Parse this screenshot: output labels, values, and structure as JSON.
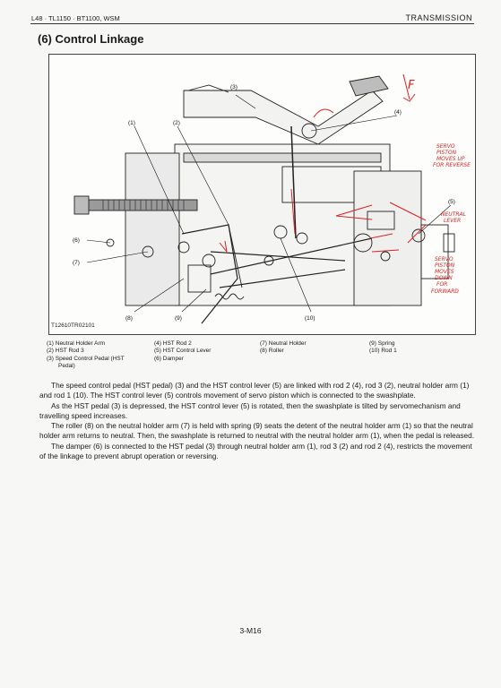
{
  "header": {
    "left": "L48 · TL1150 · BT1100, WSM",
    "right": "TRANSMISSION"
  },
  "section_title": "(6)  Control Linkage",
  "figure": {
    "caption": "T12610TR02101",
    "callouts": [
      "(1)",
      "(2)",
      "(3)",
      "(4)",
      "(5)",
      "(6)",
      "(7)",
      "(8)",
      "(9)",
      "(10)"
    ],
    "handwritten": {
      "f_mark": "F",
      "note1": [
        "SERVO",
        "PISTON",
        "MOVES UP",
        "FOR REVERSE"
      ],
      "note2": [
        "NEUTRAL",
        "LEVER"
      ],
      "note3": [
        "SERVO",
        "PISTON",
        "MOVES",
        "DOWN",
        "FOR",
        "FORWARD"
      ]
    }
  },
  "legend": {
    "col1": [
      "(1)  Neutral Holder Arm",
      "(2)  HST Rod 3",
      "(3)  Speed Control Pedal (HST",
      "      Pedal)"
    ],
    "col2": [
      "(4)  HST Rod 2",
      "(5)  HST Control Lever",
      "(6)  Damper"
    ],
    "col3": [
      "(7)  Neutral Holder",
      "(8)  Roller"
    ],
    "col4": [
      "(9)  Spring",
      "(10)  Rod 1"
    ]
  },
  "paragraphs": [
    "The speed control pedal (HST pedal) (3) and the HST control lever (5) are linked with rod 2 (4), rod 3 (2), neutral holder arm (1) and rod 1 (10). The HST control lever (5) controls movement of servo piston which is connected to the swashplate.",
    "As the HST pedal (3) is depressed, the HST control lever (5) is rotated, then the swashplate is tilted by servomechanism and travelling speed increases.",
    "The roller (8) on the neutral holder arm (7) is held with spring (9) seats the detent of the neutral holder arm (1) so that the neutral holder arm returns to neutral.  Then, the swashplate is returned to neutral with the neutral holder arm (1), when the pedal is released.",
    "The damper (6) is connected to the HST pedal (3) through neutral holder arm (1), rod 3 (2) and rod 2 (4), restricts the movement of the linkage to prevent abrupt operation or reversing."
  ],
  "page_number": "3-M16"
}
